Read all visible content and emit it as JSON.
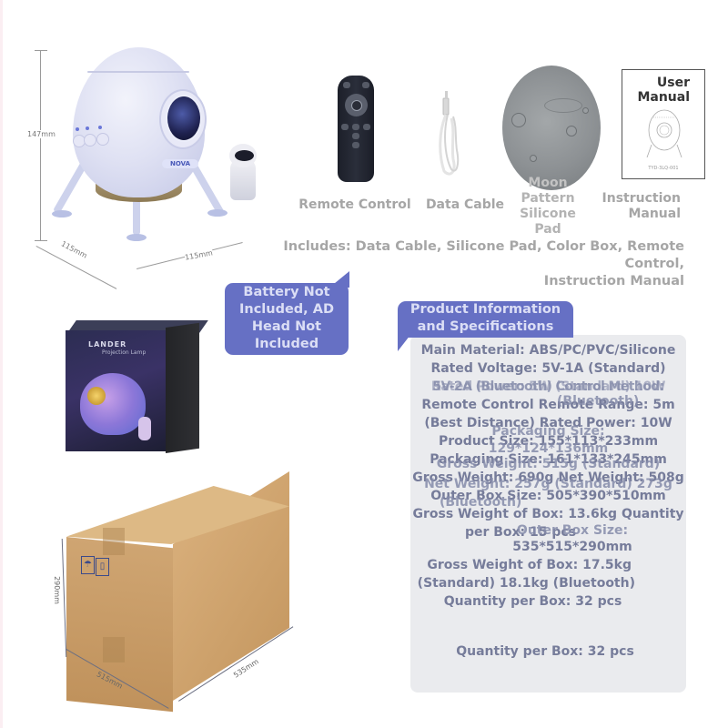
{
  "product": {
    "dimensions": {
      "height": "147mm",
      "depth": "115mm",
      "width": "115mm"
    },
    "lamp_logo": "NOVA"
  },
  "accessories": [
    {
      "icon": "remote-control-icon",
      "label": "Remote Control"
    },
    {
      "icon": "data-cable-icon",
      "label": "Data Cable"
    },
    {
      "icon": "moon-pad-icon",
      "label_lines": [
        "Moon",
        "Pattern",
        "Silicone",
        "Pad"
      ]
    },
    {
      "icon": "manual-icon",
      "label_lines": [
        "Instruction",
        "Manual"
      ]
    }
  ],
  "manual_cover": {
    "title_line1": "User",
    "title_line2": "Manual",
    "code": "TYD-3LQ-001"
  },
  "includes": {
    "line1": "Includes: Data Cable, Silicone Pad, Color Box, Remote Control,",
    "line2": "Instruction Manual"
  },
  "battery_note": {
    "lines": [
      "Battery Not",
      "Included, AD",
      "Head Not",
      "Included"
    ],
    "color": "#6670c4"
  },
  "color_box": {
    "brand": "LANDER",
    "subtitle": "Projection Lamp"
  },
  "spec_header": {
    "line1": "Product Information",
    "line2": "and Specifications",
    "color": "#6670c4"
  },
  "specs": {
    "main_material": "Main Material: ABS/PC/PVC/Silicone",
    "rated_voltage": "Rated Voltage: 5V-1A (Standard)",
    "overlap_a1": "5V-2A (Bluetooth) Control Method:",
    "overlap_a2": "Rated Power: 5W (Standard) 10W",
    "remote_range": "Remote Control Remote Range: 5m",
    "overlap_b": "(Bluetooth)",
    "best_distance": "(Best Distance) Rated Power: 10W",
    "overlap_packaging_label": "Packaging Size:",
    "product_size": "Product Size: 155*113*233mm",
    "overlap_packaging_value": "129*124*136mm",
    "packaging_size": "Packaging Size: 161*133*245mm",
    "overlap_gross_weight": "Gross Weight: 515g (Standard)",
    "gross_net_weight": "Gross Weight: 690g Net Weight: 508g",
    "overlap_net_weight": "Net Weight: 257g (Standard) 273g",
    "outer_box_size": "Outer Box Size: 505*390*510mm",
    "overlap_bluetooth": "(Bluetooth)",
    "gross_box_weight": "Gross Weight of Box: 13.6kg Quantity",
    "per_box_15": "per Box: 15 pcs",
    "overlap_outer_label": "Outer Box Size:",
    "outer_box_size_2": "535*515*290mm",
    "gross_box_weight_2a": "Gross Weight of Box: 17.5kg",
    "gross_box_weight_2b": "(Standard) 18.1kg (Bluetooth)",
    "qty_per_box_1": "Quantity per Box: 32 pcs",
    "qty_per_box_2": "Quantity per Box: 32 pcs"
  },
  "carton": {
    "height": "290mm",
    "depth": "515mm",
    "width": "535mm"
  }
}
